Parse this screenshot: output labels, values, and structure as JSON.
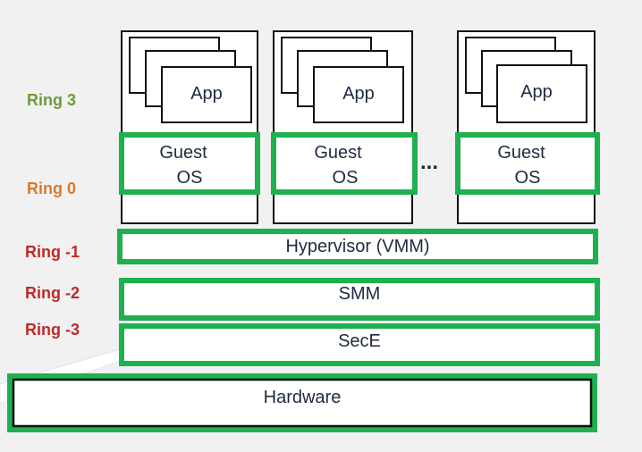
{
  "rings": {
    "ring3": "Ring 3",
    "ring0": "Ring 0",
    "ring_m1": "Ring -1",
    "ring_m2": "Ring -2",
    "ring_m3": "Ring -3"
  },
  "guests": {
    "app_label": "App",
    "guest_line1": "Guest",
    "guest_line2": "OS",
    "ellipsis": "..."
  },
  "layers": {
    "hypervisor": "Hypervisor (VMM)",
    "smm": "SMM",
    "sece": "SecE",
    "hardware": "Hardware"
  },
  "colors": {
    "ring3": "#6f9a3c",
    "ring0": "#d9792b",
    "ring_negative": "#c0282a",
    "highlight": "#1fb04f",
    "outline": "#111111"
  }
}
